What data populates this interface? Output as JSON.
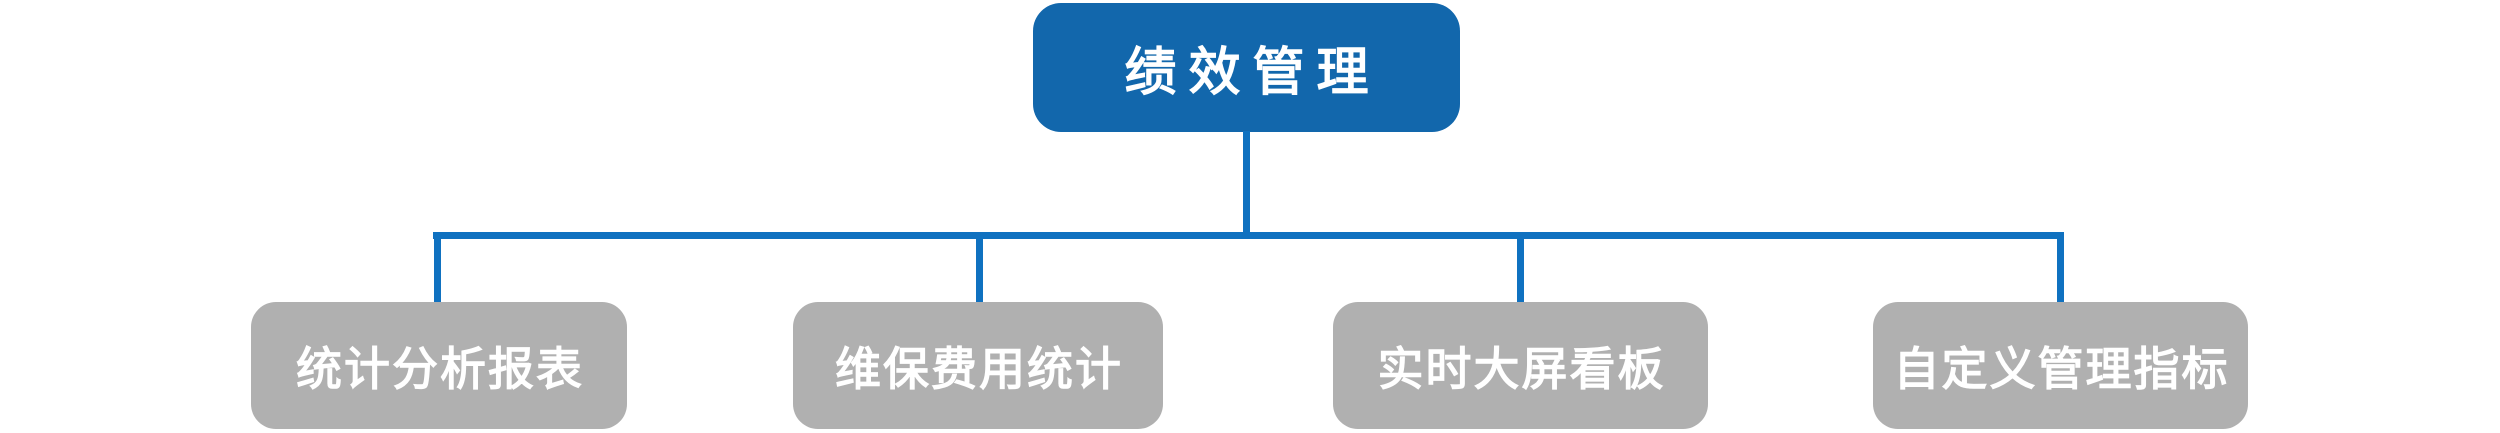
{
  "diagram": {
    "type": "tree",
    "root": {
      "label": "绩效管理"
    },
    "children": [
      {
        "label": "统计分析报表"
      },
      {
        "label": "维保费用统计"
      },
      {
        "label": "实时大屏看板"
      },
      {
        "label": "自定义管理指标"
      }
    ],
    "colors": {
      "root_fill": "#1267ac",
      "root_text": "#ffffff",
      "child_fill": "#b0b0b0",
      "child_text": "#ffffff",
      "connector": "#0f71c0",
      "background": "#ffffff"
    }
  }
}
